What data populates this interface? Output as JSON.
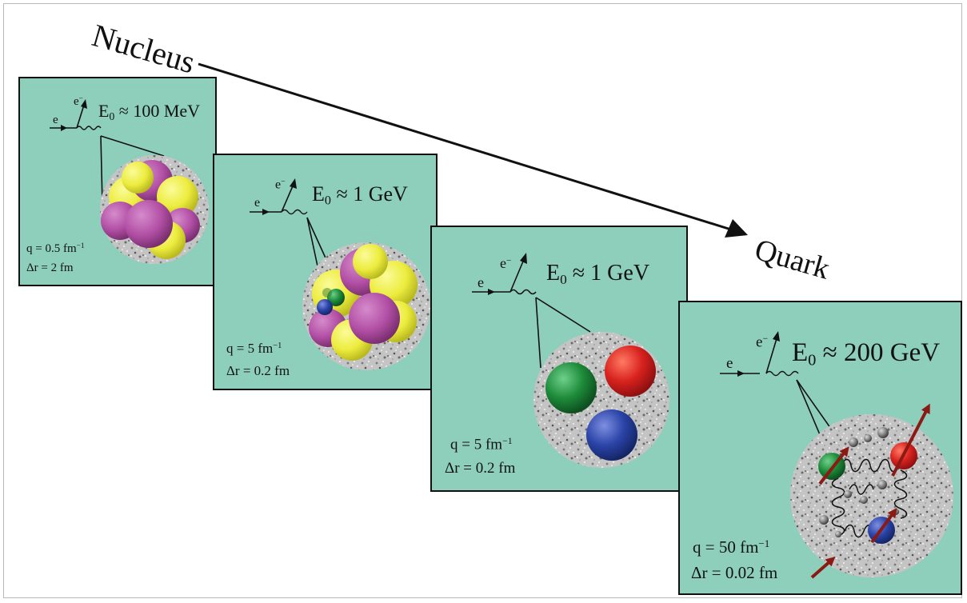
{
  "title_start": "Nucleus",
  "title_end": "Quark",
  "panels": [
    {
      "probe": "e",
      "scattered": "e",
      "scattered_sup": "−",
      "energy_base": "E",
      "energy_sub": "0",
      "energy_rel": "≈ 100 MeV",
      "q_text": "q = 0.5 fm",
      "q_sup": "−1",
      "dr_text": "Δr = 2 fm"
    },
    {
      "probe": "e",
      "scattered": "e",
      "scattered_sup": "−",
      "energy_base": "E",
      "energy_sub": "0",
      "energy_rel": "≈ 1 GeV",
      "q_text": "q = 5 fm",
      "q_sup": "−1",
      "dr_text": "Δr = 0.2 fm"
    },
    {
      "probe": "e",
      "scattered": "e",
      "scattered_sup": "−",
      "energy_base": "E",
      "energy_sub": "0",
      "energy_rel": "≈ 1 GeV",
      "q_text": "q = 5 fm",
      "q_sup": "−1",
      "dr_text": "Δr = 0.2 fm"
    },
    {
      "probe": "e",
      "scattered": "e",
      "scattered_sup": "−",
      "energy_base": "E",
      "energy_sub": "0",
      "energy_rel": "≈ 200 GeV",
      "q_text": "q = 50 fm",
      "q_sup": "−1",
      "dr_text": "Δr = 0.02 fm"
    }
  ],
  "colors": {
    "panel_bg": "#8ecfbb",
    "panel_border": "#111111",
    "proton": "#ecec3e",
    "neutron": "#b24fa5",
    "quark_red": "#d8221e",
    "quark_green": "#1d8b3a",
    "quark_blue": "#2b44a8",
    "gluon_ball": "#7d7d7d",
    "spin_arrow": "#8b1a14",
    "noise_bg": "#c4c4c4"
  },
  "icons": {
    "nucleus": "nucleus-icon",
    "quark_triplet": "quark-triplet-icon",
    "gluon": "gluon-spring-icon",
    "arrow": "resolution-arrow-icon"
  }
}
